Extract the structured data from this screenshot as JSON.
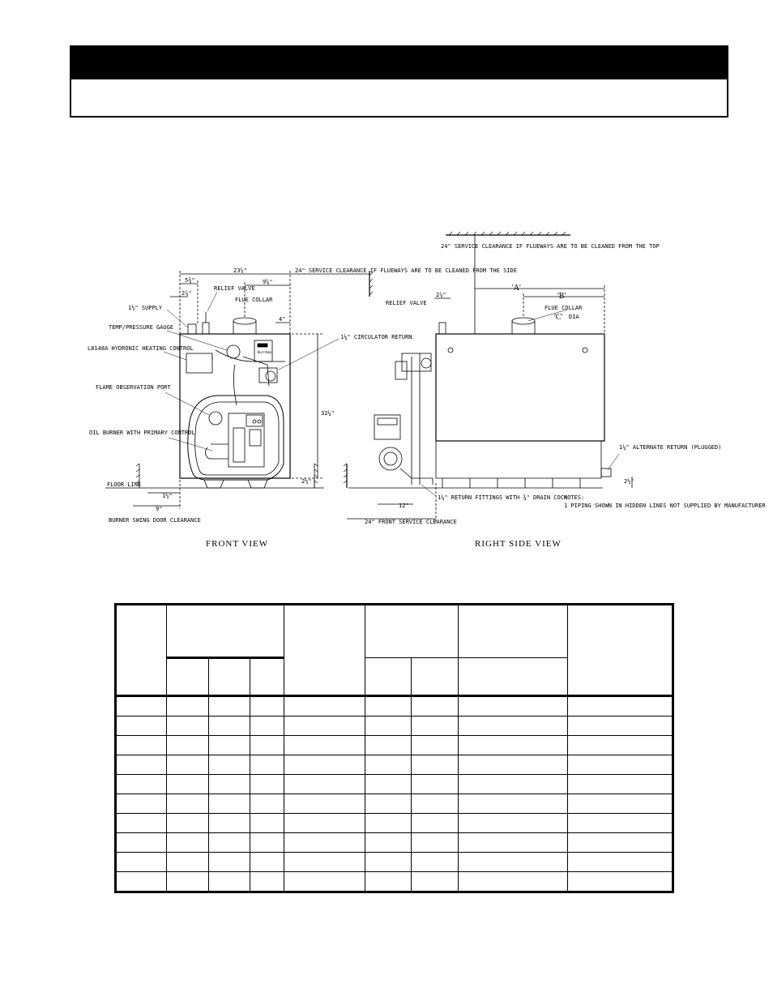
{
  "drawing": {
    "front_view": {
      "title": "FRONT VIEW",
      "labels": {
        "supply": "1½\" SUPPLY",
        "relief_valve": "RELIEF VALVE",
        "flue_collar": "FLUE COLLAR",
        "temp_gauge": "TEMP/PRESSURE GAUGE",
        "hydronic_control": "L8148A HYDRONIC HEATING CONTROL",
        "flame_port": "FLAME OBSERVATION PORT",
        "oil_burner": "OIL BURNER WITH PRIMARY CONTROL",
        "floor_line": "FLOOR LINE",
        "burner_swing": "BURNER SWING DOOR CLEARANCE",
        "circulator_return": "1¼\" CIRCULATOR RETURN",
        "service_side": "24\" SERVICE CLEARANCE IF FLUEWAYS ARE TO BE CLEANED FROM THE SIDE",
        "brand": "Burnham"
      },
      "dims": {
        "overall_width": "23⅝\"",
        "d1": "5¾\"",
        "d2": "2⅞\"",
        "d3": "9⅝\"",
        "d4": "4\"",
        "height": "32¼\"",
        "base": "2½\"",
        "swing_offset": "1½\"",
        "swing_width": "9\""
      }
    },
    "side_view": {
      "title": "RIGHT SIDE VIEW",
      "labels": {
        "service_top": "24\" SERVICE CLEARANCE IF FLUEWAYS ARE TO BE CLEANED FROM THE TOP",
        "relief_valve": "RELIEF VALVE",
        "flue_collar": "FLUE COLLAR",
        "dia": "DIA",
        "alt_return": "1¼\" ALTERNATE RETURN (PLUGGED)",
        "return_fittings": "1¼\" RETURN FITTINGS WITH ¾\" DRAIN COCK",
        "front_service": "24\" FRONT SERVICE CLEARANCE",
        "notes_title": "NOTES:",
        "note1": "1 PIPING SHOWN IN HIDDEN LINES NOT SUPPLIED BY MANUFACTURER"
      },
      "dims": {
        "a": "'A'",
        "b": "'B'",
        "c": "'C'",
        "d1": "2⅞\"",
        "d12": "12\"",
        "base": "2½\""
      }
    }
  }
}
